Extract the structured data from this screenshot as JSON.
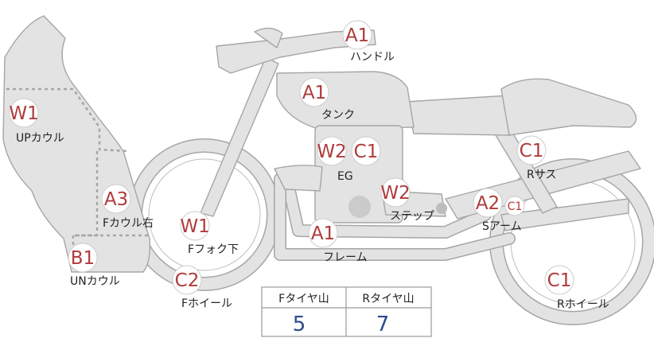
{
  "parts": {
    "handle": {
      "grade": "A1",
      "label": "ハンドル"
    },
    "tank": {
      "grade": "A1",
      "label": "タンク"
    },
    "up_cowl": {
      "grade": "W1",
      "label": "UPカウル"
    },
    "eg": {
      "grade1": "W2",
      "grade2": "C1",
      "label": "EG"
    },
    "r_sus": {
      "grade": "C1",
      "label": "Rサス"
    },
    "f_cowl_right": {
      "grade": "A3",
      "label": "Fカウル右"
    },
    "step": {
      "grade": "W2",
      "label": "ステップ"
    },
    "s_arm": {
      "grade1": "A2",
      "grade2": "C1",
      "label": "Sアーム"
    },
    "f_fork_lower": {
      "grade": "W1",
      "label": "Fフォク下"
    },
    "frame": {
      "grade": "A1",
      "label": "フレーム"
    },
    "un_cowl": {
      "grade": "B1",
      "label": "UNカウル"
    },
    "f_wheel": {
      "grade": "C2",
      "label": "Fホイール"
    },
    "r_wheel": {
      "grade": "C1",
      "label": "Rホイール"
    }
  },
  "tire_table": {
    "front_header": "Fタイヤ山",
    "rear_header": "Rタイヤ山",
    "front_value": "5",
    "rear_value": "7"
  }
}
